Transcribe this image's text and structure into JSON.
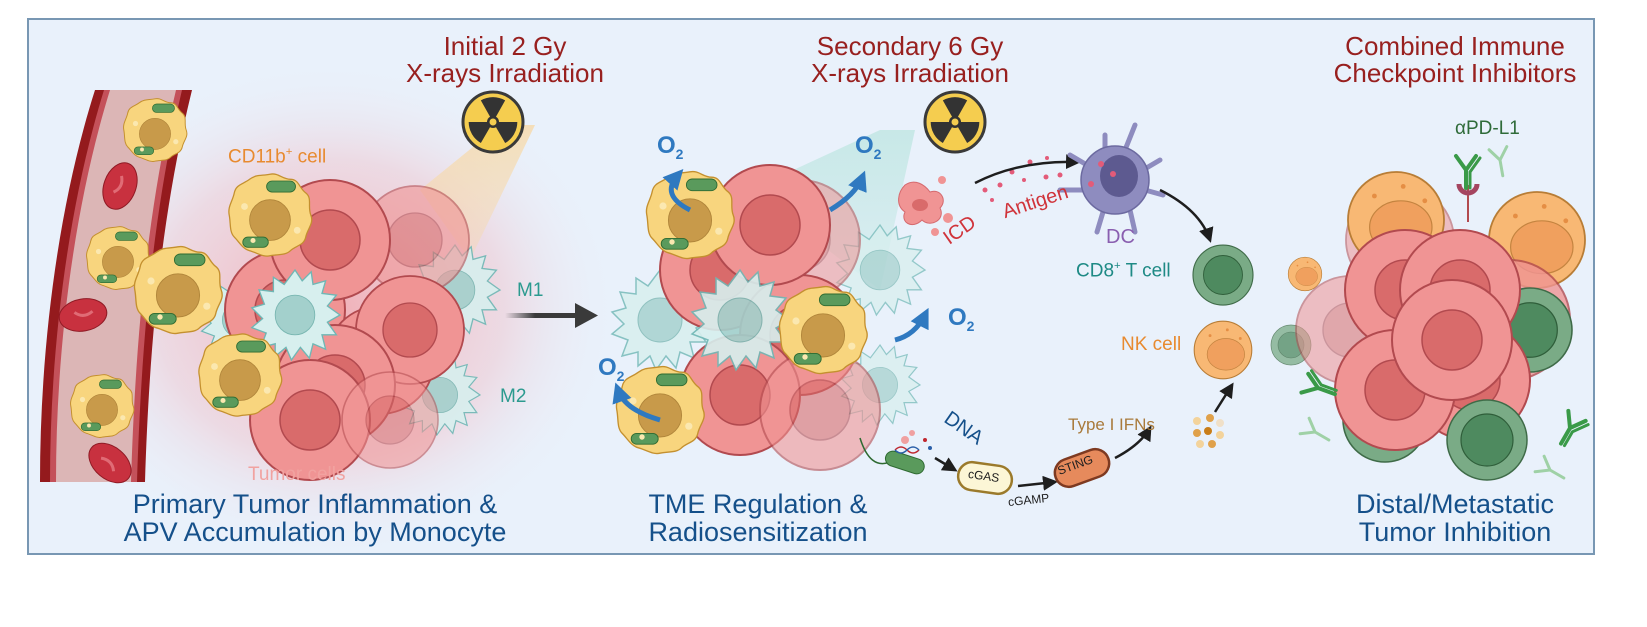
{
  "panels": [
    {
      "stage_title": [
        "Initial 2 Gy",
        "X-rays Irradiation"
      ],
      "caption": [
        "Primary Tumor Inflammation &",
        "APV Accumulation by Monocyte"
      ],
      "labels": {
        "cd11b_cell": "CD11b",
        "cd11b_sup": "+",
        "cd11b_suffix": " cell",
        "m1": "M1",
        "m2": "M2",
        "tumor_cells": "Tumor cells"
      }
    },
    {
      "stage_title": [
        "Secondary 6 Gy",
        "X-rays Irradiation"
      ],
      "caption": [
        "TME Regulation &",
        "Radiosensitization"
      ],
      "labels": {
        "o2": "O",
        "o2_sub": "2",
        "icd": "ICD",
        "antigen": "Antigen",
        "dc": "DC",
        "dna": "DNA",
        "cgas": "cGAS",
        "cgamp": "cGAMP",
        "sting": "STING",
        "type_i_ifns": "Type I IFNs",
        "cd8_t_cell": "CD8",
        "cd8_sup": "+",
        "cd8_suffix": " T cell",
        "nk_cell": "NK cell"
      }
    },
    {
      "stage_title": [
        "Combined Immune",
        "Checkpoint Inhibitors"
      ],
      "caption": [
        "Distal/Metastatic",
        "Tumor Inhibition"
      ],
      "labels": {
        "apdl1": "αPD-L1"
      }
    }
  ],
  "icons": {
    "radiation": "radiation-hazard-icon",
    "arrow": "arrow-right-icon",
    "antibody": "antibody-icon"
  },
  "colors": {
    "title_red": "#98201f",
    "caption_blue": "#15508a",
    "o2_blue": "#2f79c0",
    "tumor": "#f09494",
    "tumor_nucleus": "#d96b6b",
    "monocyte": "#f8d57e",
    "macrophage": "#d7efee",
    "cd8": "#7aab86",
    "nk": "#f8b874",
    "dc": "#8e8cbf",
    "vessel": "#941a1d"
  }
}
